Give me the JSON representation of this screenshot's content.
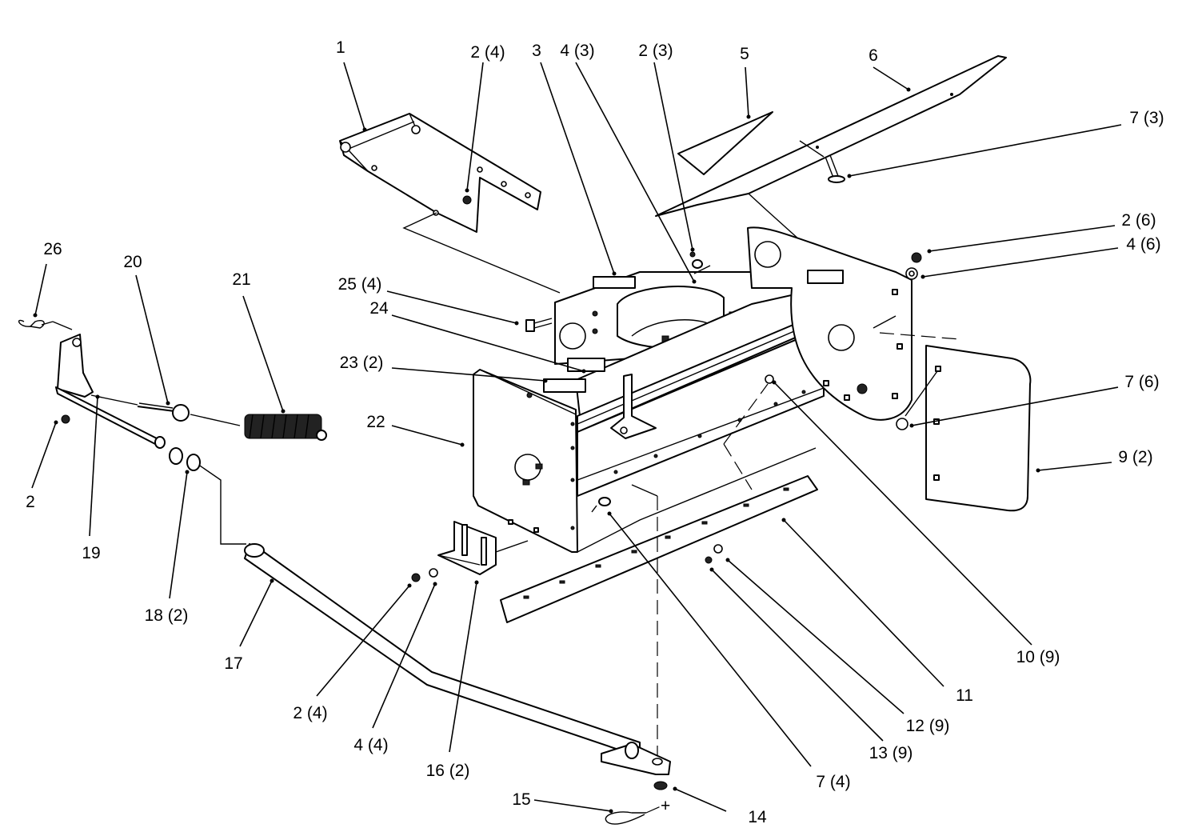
{
  "callouts": [
    {
      "id": "c1",
      "text": "1"
    },
    {
      "id": "c2a",
      "text": "2 (4)"
    },
    {
      "id": "c3",
      "text": "3"
    },
    {
      "id": "c4a",
      "text": "4 (3)"
    },
    {
      "id": "c2b",
      "text": "2 (3)"
    },
    {
      "id": "c5",
      "text": "5"
    },
    {
      "id": "c6",
      "text": "6"
    },
    {
      "id": "c7a",
      "text": "7 (3)"
    },
    {
      "id": "c2c",
      "text": "2 (6)"
    },
    {
      "id": "c4b",
      "text": "4 (6)"
    },
    {
      "id": "c7b",
      "text": "7 (6)"
    },
    {
      "id": "c9",
      "text": "9 (2)"
    },
    {
      "id": "c10",
      "text": "10 (9)"
    },
    {
      "id": "c11",
      "text": "11"
    },
    {
      "id": "c12",
      "text": "12 (9)"
    },
    {
      "id": "c13",
      "text": "13 (9)"
    },
    {
      "id": "c7c",
      "text": "7 (4)"
    },
    {
      "id": "c14",
      "text": "14"
    },
    {
      "id": "c15",
      "text": "15"
    },
    {
      "id": "c16",
      "text": "16 (2)"
    },
    {
      "id": "c4c",
      "text": "4 (4)"
    },
    {
      "id": "c2d",
      "text": "2 (4)"
    },
    {
      "id": "c17",
      "text": "17"
    },
    {
      "id": "c18",
      "text": "18 (2)"
    },
    {
      "id": "c19",
      "text": "19"
    },
    {
      "id": "c2e",
      "text": "2"
    },
    {
      "id": "c26",
      "text": "26"
    },
    {
      "id": "c20",
      "text": "20"
    },
    {
      "id": "c21",
      "text": "21"
    },
    {
      "id": "c25",
      "text": "25 (4)"
    },
    {
      "id": "c24",
      "text": "24"
    },
    {
      "id": "c23",
      "text": "23 (2)"
    },
    {
      "id": "c22",
      "text": "22"
    }
  ]
}
